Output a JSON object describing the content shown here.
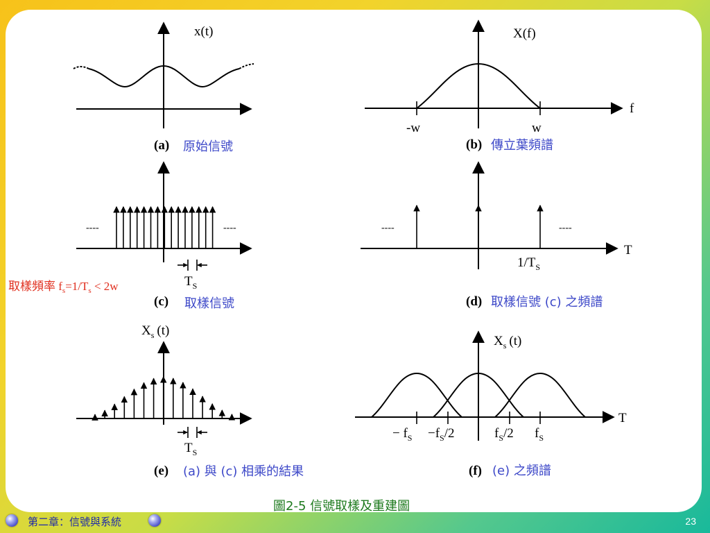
{
  "figure": {
    "title": "圖2-5  信號取樣及重建圖"
  },
  "panels": {
    "a": {
      "ylabel": "x(t)",
      "letter": "(a)",
      "caption": "原始信號"
    },
    "b": {
      "ylabel": "X(f)",
      "xlabel": "f",
      "tick_neg": "-w",
      "tick_pos": "w",
      "letter": "(b)",
      "caption": "傳立葉頻譜"
    },
    "c": {
      "dash_left": "----",
      "dash_right": "----",
      "spacing_label": "T",
      "spacing_sub": "S",
      "letter": "(c)",
      "caption": "取樣信號"
    },
    "d": {
      "dash_left": "----",
      "dash_right": "----",
      "xlabel": "T",
      "tick_label": "1/T",
      "tick_sub": "S",
      "letter": "(d)",
      "caption": "取樣信號 (c) 之頻譜"
    },
    "e": {
      "ylabel_main": "X",
      "ylabel_sub": "s",
      "ylabel_arg": "(t)",
      "spacing_label": "T",
      "spacing_sub": "S",
      "letter": "(e)",
      "caption": "(a) 與 (c) 相乘的結果"
    },
    "f": {
      "ylabel_main": "X",
      "ylabel_sub": "s",
      "ylabel_arg": "(t)",
      "xlabel": "T",
      "ticks": [
        {
          "pre": "− f",
          "sub": "S",
          "post": ""
        },
        {
          "pre": "−f",
          "sub": "S",
          "post": "/2"
        },
        {
          "pre": "f",
          "sub": "S",
          "post": "/2"
        },
        {
          "pre": "f",
          "sub": "S",
          "post": ""
        }
      ],
      "letter": "(f)",
      "caption": "(e) 之頻譜"
    }
  },
  "note": {
    "prefix": "取樣頻率 f",
    "sub1": "s",
    "mid": "=1/T",
    "sub2": "s",
    "suffix": " < 2w"
  },
  "footer": {
    "chapter": "第二章：信號與系統",
    "page": "23"
  },
  "colors": {
    "caption_blue": "#3d48c8",
    "note_red": "#e0301f",
    "title_green": "#1d7a1d",
    "footer_blue": "#1f2aa8"
  },
  "samples": {
    "c_count": 15,
    "e_count": 15,
    "d_impulses": 3
  }
}
